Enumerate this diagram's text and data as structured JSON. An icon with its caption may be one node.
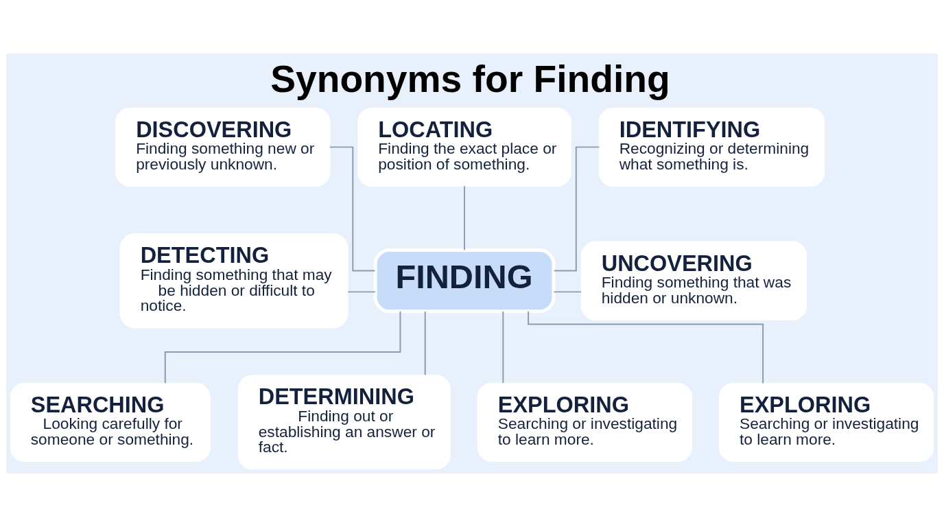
{
  "diagram": {
    "title": "Synonyms for Finding",
    "nodes": [
      {
        "text": [
          "DISCOVERING",
          "Finding something new or previously unknown."
        ]
      },
      {
        "text": [
          "LOCATING",
          "Finding the exact place or position of something."
        ]
      },
      {
        "text": [
          "IDENTIFYING",
          "Recognizing or determining what something is."
        ]
      },
      {
        "text": [
          "DETECTING",
          "Finding something that may be hidden or difficult to notice."
        ]
      },
      {
        "text": [
          "FINDING"
        ]
      },
      {
        "text": [
          "UNCOVERING",
          "Finding something that was hidden or unknown."
        ]
      },
      {
        "text": [
          "SEARCHING",
          "Looking carefully for someone or something."
        ]
      },
      {
        "text": [
          "DETERMINING",
          "Finding out or establishing an answer or fact."
        ]
      },
      {
        "text": [
          "EXPLORING",
          "Searching or investigating to learn more."
        ]
      },
      {
        "text": [
          "EXPLORING",
          "Searching or investigating to learn more."
        ]
      }
    ],
    "edges": [
      {
        "from": 0,
        "to": 4,
        "arrow": "none"
      },
      {
        "from": 1,
        "to": 4,
        "arrow": "none"
      },
      {
        "from": 2,
        "to": 4,
        "arrow": "none"
      },
      {
        "from": 3,
        "to": 4,
        "arrow": "none"
      },
      {
        "from": 4,
        "to": 5,
        "arrow": "none"
      },
      {
        "from": 4,
        "to": 6,
        "arrow": "none"
      },
      {
        "from": 4,
        "to": 7,
        "arrow": "none"
      },
      {
        "from": 4,
        "to": 8,
        "arrow": "none"
      },
      {
        "from": 4,
        "to": 9,
        "arrow": "none"
      }
    ]
  }
}
